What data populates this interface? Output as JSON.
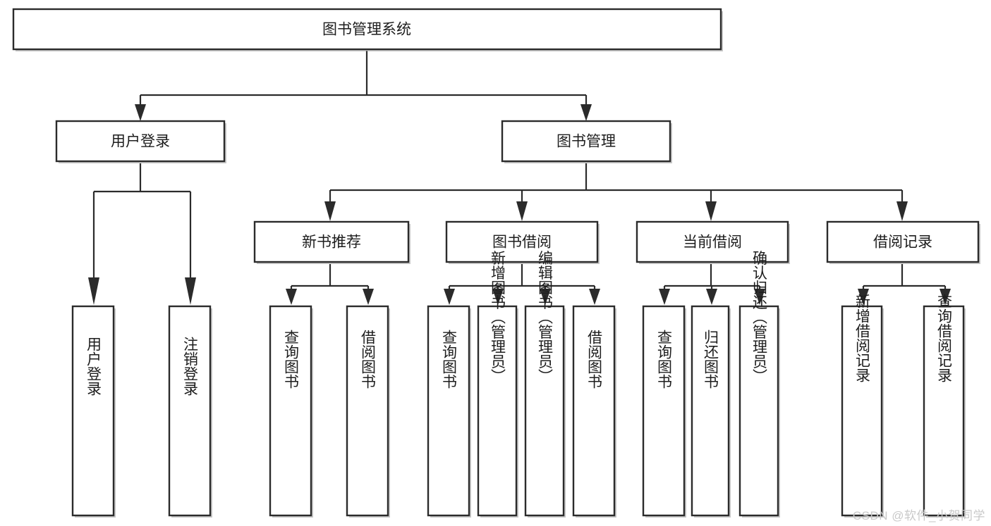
{
  "diagram": {
    "type": "hierarchy-tree",
    "title": "图书管理系统",
    "orientation": "top-down",
    "colors": {
      "box_fill": "#ffffff",
      "box_stroke": "#2b2b2b",
      "connector": "#2b2b2b",
      "text": "#1d1d1d",
      "watermark": "#c9c9c9",
      "background": "#ffffff"
    },
    "levels": {
      "root": "图书管理系统",
      "level2": [
        "用户登录",
        "图书管理"
      ],
      "level3": [
        "新书推荐",
        "图书借阅",
        "当前借阅",
        "借阅记录"
      ],
      "level4_count": 13
    },
    "nodes": {
      "root": {
        "label": "图书管理系统"
      },
      "user_login": {
        "label": "用户登录"
      },
      "book_manage": {
        "label": "图书管理"
      },
      "new_book_rec": {
        "label": "新书推荐"
      },
      "book_borrow": {
        "label": "图书借阅"
      },
      "current_borrow": {
        "label": "当前借阅"
      },
      "borrow_record": {
        "label": "借阅记录"
      },
      "leaf_1": {
        "label": "用户登录"
      },
      "leaf_2": {
        "label": "注销登录"
      },
      "leaf_3": {
        "label": "查询图书"
      },
      "leaf_4": {
        "label": "借阅图书"
      },
      "leaf_5": {
        "label": "查询图书"
      },
      "leaf_6": {
        "label": "新增图书（管理员）"
      },
      "leaf_7": {
        "label": "编辑图书（管理员）"
      },
      "leaf_8": {
        "label": "借阅图书"
      },
      "leaf_9": {
        "label": "查询图书"
      },
      "leaf_10": {
        "label": "归还图书"
      },
      "leaf_11": {
        "label": "确认归还（管理员）"
      },
      "leaf_12": {
        "label": "新增借阅记录"
      },
      "leaf_13": {
        "label": "查询借阅记录"
      }
    }
  },
  "watermark": {
    "text": "CSDN @软件_小贺同学"
  }
}
